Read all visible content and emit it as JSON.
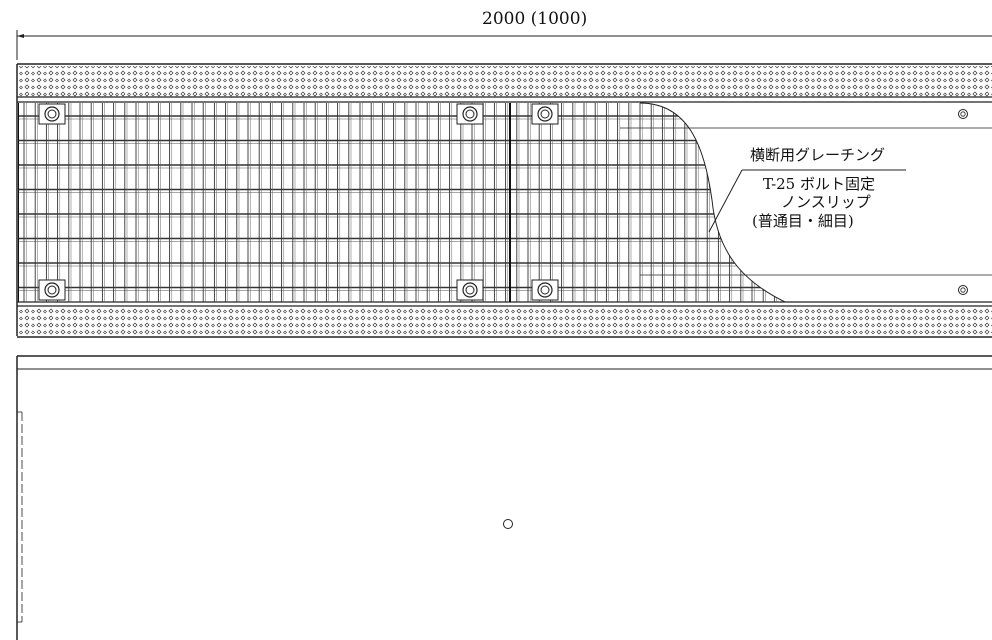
{
  "dimension": {
    "label": "2000 (1000)"
  },
  "callout": {
    "title": "横断用グレーチング",
    "lines": [
      "T-25 ボルト固定",
      "ノンスリップ",
      "(普通目・細目)"
    ]
  }
}
